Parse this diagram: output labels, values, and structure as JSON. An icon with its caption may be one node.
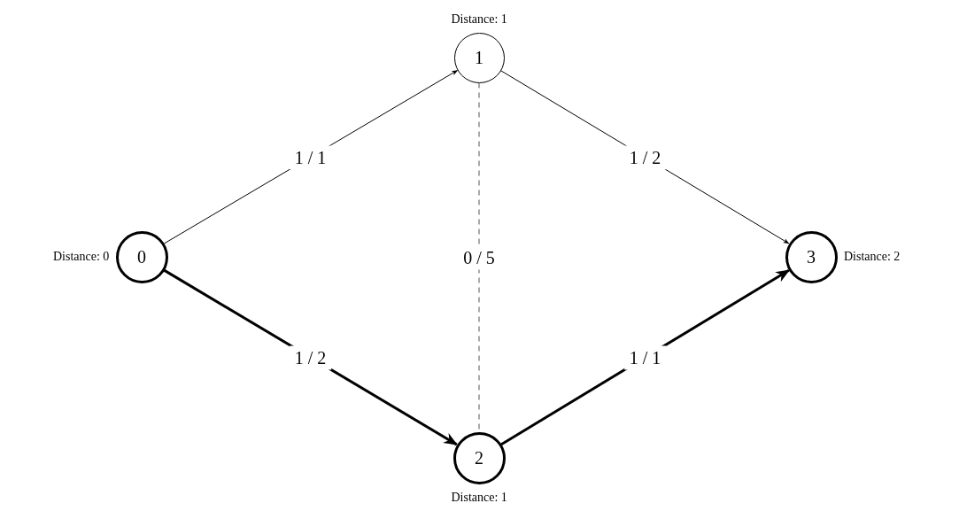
{
  "diagram": {
    "nodes": [
      {
        "text": [
          "0"
        ],
        "beside": [
          "Distance: 0"
        ]
      },
      {
        "text": [
          "1"
        ],
        "beside": [
          "Distance: 1"
        ]
      },
      {
        "text": [
          "2"
        ],
        "beside": [
          "Distance: 1"
        ]
      },
      {
        "text": [
          "3"
        ],
        "beside": [
          "Distance: 2"
        ]
      }
    ],
    "edges": [
      {
        "from": 0,
        "to": 1,
        "arrow": "to",
        "label": "1 / 1"
      },
      {
        "from": 1,
        "to": 3,
        "arrow": "to",
        "label": "1 / 2"
      },
      {
        "from": 1,
        "to": 2,
        "arrow": "none",
        "label": "0 / 5",
        "style": "dashed",
        "color": "#555555"
      },
      {
        "from": 0,
        "to": 2,
        "arrow": "to",
        "label": "1 / 2",
        "style": "thick"
      },
      {
        "from": 2,
        "to": 3,
        "arrow": "to",
        "label": "1 / 1",
        "style": "thick"
      }
    ]
  }
}
